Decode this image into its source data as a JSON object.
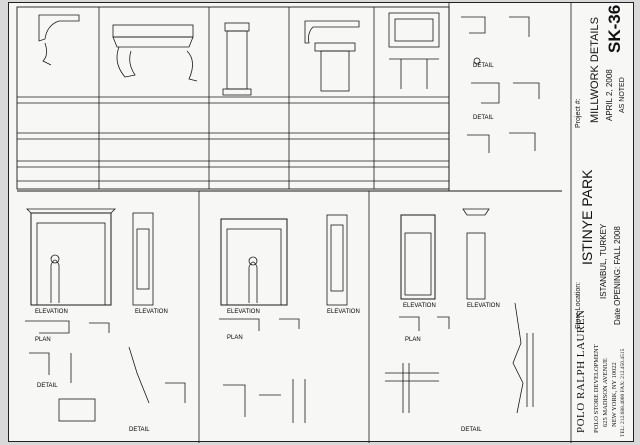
{
  "title_block": {
    "sheet_number": "SK-36",
    "project_label": "Project #:",
    "sheet_title": "MILLWORK DETAILS",
    "date": "APRIL 2, 2008",
    "scale": "AS NOTED",
    "project_name": "ISTINYE PARK",
    "store_location_label": "Store Location:",
    "store_location": "ISTANBUL, TURKEY",
    "opening_date": "Date OPENING: FALL 2008",
    "brand": "POLO RALPH LAUREN",
    "dev_line1": "POLO STORE DEVELOPMENT",
    "dev_line2": "625 MADISON AVENUE",
    "dev_line3": "NEW YORK, NY 10022",
    "dev_line4": "TEL: 212.688.4000  FAX: 212.450.4515"
  },
  "callouts": {
    "elevation": "ELEVATION",
    "plan": "PLAN",
    "detail": "DETAIL"
  },
  "colors": {
    "ink": "#1a1a1a",
    "paper": "#f7f7f5"
  }
}
